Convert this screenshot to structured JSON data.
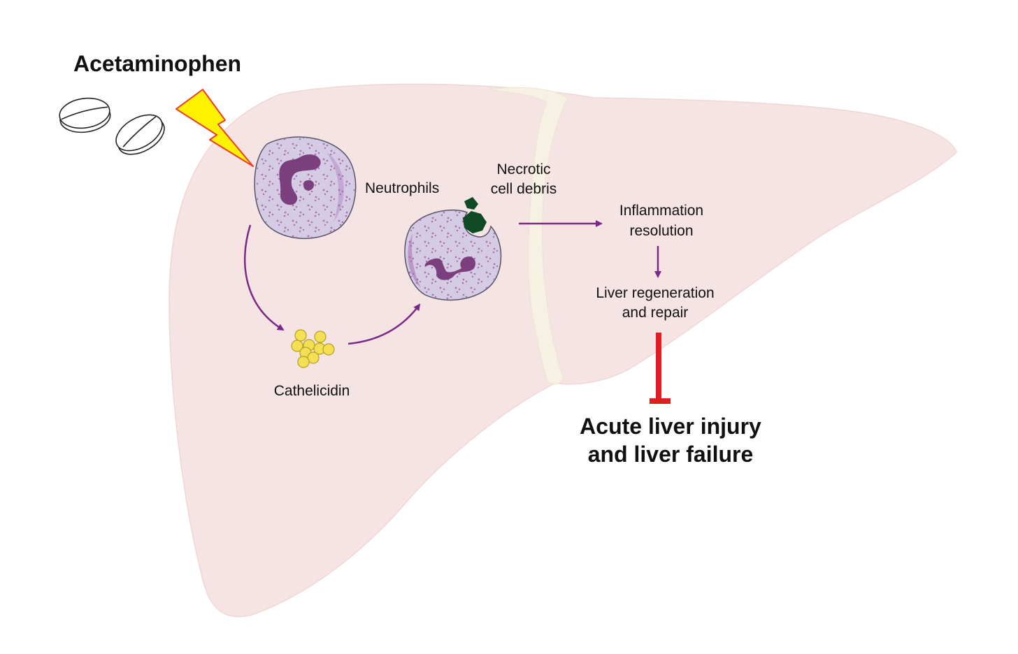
{
  "labels": {
    "drug": "Acetaminophen",
    "neutrophils": "Neutrophils",
    "necrotic_line1": "Necrotic",
    "necrotic_line2": "cell debris",
    "cathelicidin": "Cathelicidin",
    "inflammation_line1": "Inflammation",
    "inflammation_line2": "resolution",
    "regeneration_line1": "Liver regeneration",
    "regeneration_line2": "and repair",
    "outcome_line1": "Acute liver injury",
    "outcome_line2": "and liver failure"
  },
  "colors": {
    "liver": "#f5e4e3",
    "ligament": "#f6f1e3",
    "arrow": "#7a2a86",
    "inhibition": "#e31c23",
    "cell_body": "#d5cbe4",
    "nucleus": "#7a3f7c",
    "cathelicidin": "#f3e055",
    "debris": "#0f4a25",
    "bolt": "#fff200",
    "bolt_outline": "#ef3b2c"
  },
  "icons": [
    "pill-icon",
    "lightning-bolt-icon",
    "neutrophil-icon",
    "cathelicidin-granules-icon",
    "necrotic-debris-icon"
  ]
}
